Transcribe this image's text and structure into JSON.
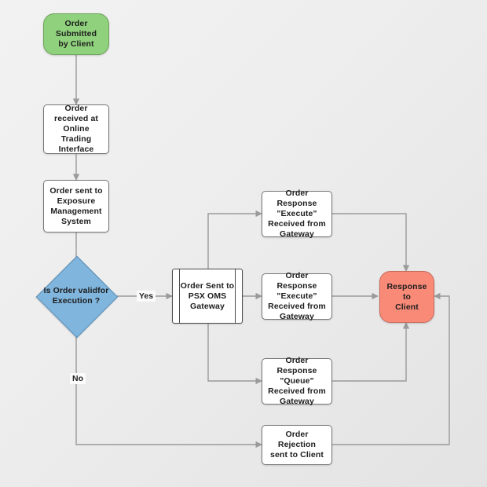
{
  "diagram": {
    "title": "Order Processing Flowchart",
    "colors": {
      "start_fill": "#8FD17C",
      "start_stroke": "#6FA35C",
      "end_fill": "#FA8A78",
      "end_stroke": "#C96A5B",
      "decision_fill": "#80B5DD",
      "decision_stroke": "#5E8FB5",
      "process_fill": "#FFFFFF",
      "process_stroke": "#777777",
      "connector_stroke": "#9A9A9A",
      "background": "#EDEDED"
    },
    "nodes": [
      {
        "id": "start",
        "label": "Order Submitted\nby Client",
        "shape": "terminator"
      },
      {
        "id": "received",
        "label": "Order received at\nOnline Trading\nInterface",
        "shape": "process"
      },
      {
        "id": "exposure",
        "label": "Order sent to\nExposure\nManagement\nSystem",
        "shape": "process"
      },
      {
        "id": "decision",
        "label": "Is Order validfor\nExecution ?",
        "shape": "decision"
      },
      {
        "id": "oms",
        "label": "Order Sent to\nPSX OMS\nGateway",
        "shape": "predefined-process"
      },
      {
        "id": "resp_exec_1",
        "label": "Order Response\n\"Execute\"\nReceived from\nGateway",
        "shape": "process"
      },
      {
        "id": "resp_exec_2",
        "label": "Order Response\n\"Execute\"\nReceived from\nGateway",
        "shape": "process"
      },
      {
        "id": "resp_queue",
        "label": "Order Response\n\"Queue\"\nReceived from\nGateway",
        "shape": "process"
      },
      {
        "id": "rejection",
        "label": "Order Rejection\nsent to Client",
        "shape": "process"
      },
      {
        "id": "response",
        "label": "Response to\nClient",
        "shape": "terminator"
      }
    ],
    "edge_labels": [
      {
        "id": "yes",
        "label": "Yes"
      },
      {
        "id": "no",
        "label": "No"
      }
    ]
  }
}
